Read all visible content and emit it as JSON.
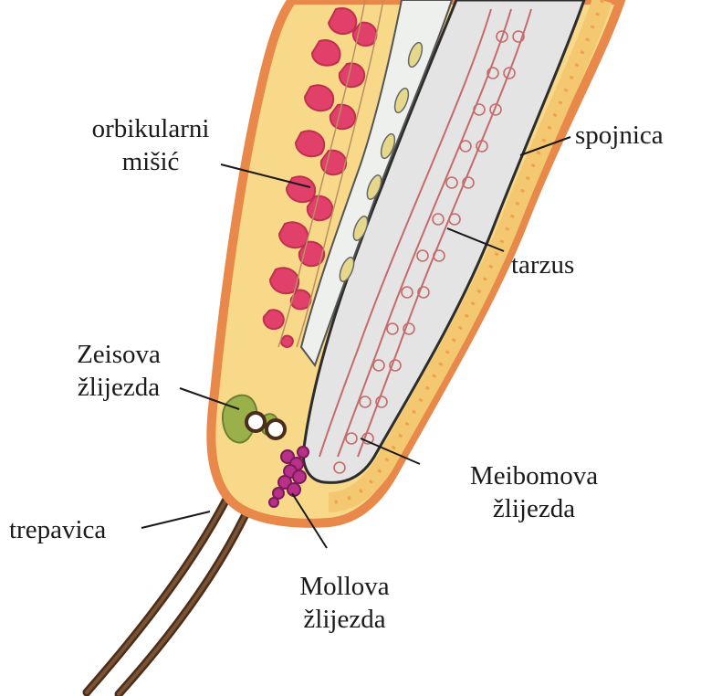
{
  "labels": {
    "orbicularis_line1": "orbikularni",
    "orbicularis_line2": "mišić",
    "conjunctiva": "spojnica",
    "tarsus": "tarzus",
    "zeis_line1": "Zeisova",
    "zeis_line2": "žlijezda",
    "meibomian_line1": "Meibomova",
    "meibomian_line2": "žlijezda",
    "eyelash": "trepavica",
    "moll_line1": "Mollova",
    "moll_line2": "žlijezda"
  },
  "colors": {
    "skin_outer": "#e8884a",
    "skin_fill": "#f8d98a",
    "muscle": "#e0406a",
    "tarsus_fill": "#e4e4e4",
    "gland_lines": "#c66a6a",
    "conjunctiva_band": "#f3c870",
    "lash": "#5a3a22",
    "zeis_gland": "#9ab04a",
    "moll_gland": "#9c2a7a"
  }
}
